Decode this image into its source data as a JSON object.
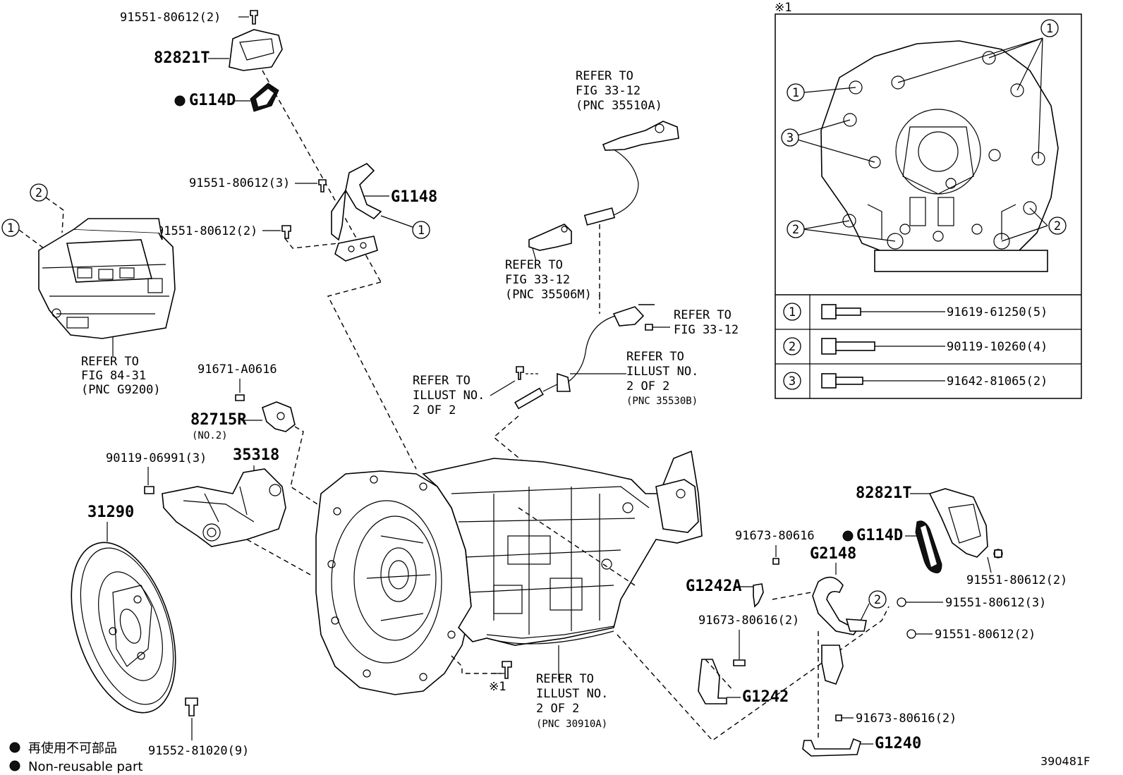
{
  "diagram_code": "390481F",
  "legend": {
    "jp": "再使用不可部品",
    "en": "Non-reusable part"
  },
  "inset": {
    "marker": "※1",
    "callouts": [
      "1",
      "2",
      "3"
    ],
    "table": [
      {
        "key": "1",
        "part": "91619-61250(5)"
      },
      {
        "key": "2",
        "part": "90119-10260(4)"
      },
      {
        "key": "3",
        "part": "91642-81065(2)"
      }
    ]
  },
  "labels": {
    "l01": "91551-80612(2)",
    "l02": "82821T",
    "l03": "G114D",
    "l04": "91551-80612(3)",
    "l05": "G1148",
    "l06": "91551-80612(2)",
    "l07": "1",
    "l08": "2",
    "l09": "1",
    "l10": "91671-A0616",
    "l11": "82715R",
    "l12": "(NO.2)",
    "l13": "90119-06991(3)",
    "l14": "35318",
    "l15": "31290",
    "l16": "91552-81020(9)",
    "l17": "※1",
    "l18": "82821T",
    "l19": "G114D",
    "l20": "G2148",
    "l21": "91673-80616",
    "l22": "G1242A",
    "l23": "91673-80616(2)",
    "l24": "G1242",
    "l25": "91673-80616(2)",
    "l26": "G1240",
    "l27": "91551-80612(2)",
    "l28": "91551-80612(3)",
    "l29": "91551-80612(2)",
    "l30": "2"
  },
  "refs": {
    "r1": [
      "REFER TO",
      "FIG 84-31",
      "(PNC G9200)"
    ],
    "r2": [
      "REFER TO",
      "FIG 33-12",
      "(PNC 35510A)"
    ],
    "r3": [
      "REFER TO",
      "FIG 33-12",
      "(PNC 35506M)"
    ],
    "r4": [
      "REFER TO",
      "FIG 33-12"
    ],
    "r5": [
      "REFER TO",
      "ILLUST NO.",
      "2 OF 2",
      "(PNC 35530B)"
    ],
    "r6": [
      "REFER TO",
      "ILLUST NO.",
      "2 OF 2"
    ],
    "r7": [
      "REFER TO",
      "ILLUST NO.",
      "2 OF 2",
      "(PNC 30910A)"
    ]
  }
}
